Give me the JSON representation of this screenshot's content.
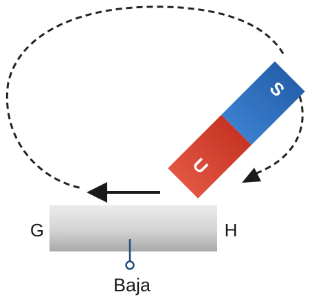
{
  "diagram": {
    "magnet": {
      "north_label": "U",
      "south_label": "S",
      "north_color": "#d63a2a",
      "south_color": "#2f6fbe"
    },
    "bar": {
      "left_end_label": "G",
      "right_end_label": "H",
      "caption": "Baja",
      "color": "#d0d0d0"
    },
    "field_line_style": "dashed",
    "motion_arrow_direction": "left"
  }
}
